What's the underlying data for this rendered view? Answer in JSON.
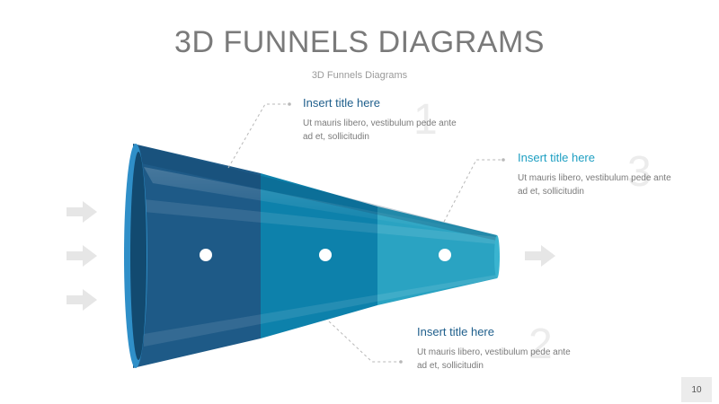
{
  "slide": {
    "title": "3D FUNNELS DIAGRAMS",
    "subtitle": "3D Funnels Diagrams",
    "page_number": "10"
  },
  "colors": {
    "stage1": "#1e5a87",
    "stage2": "#0d81ab",
    "stage3": "#2aa3c2",
    "callout1_title": "#1f5f8c",
    "callout2_title": "#1f5f8c",
    "callout3_title": "#1e9fc2",
    "arrow": "#e6e6e6"
  },
  "callouts": [
    {
      "number": "1",
      "title": "Insert title here",
      "text": "Ut mauris libero, vestibulum pede ante ad et, sollicitudin"
    },
    {
      "number": "2",
      "title": "Insert title here",
      "text": "Ut mauris libero, vestibulum pede ante ad et, sollicitudin"
    },
    {
      "number": "3",
      "title": "Insert title here",
      "text": "Ut mauris libero, vestibulum pede ante ad et, sollicitudin"
    }
  ],
  "icons": [
    "arrow-right-icon",
    "stage-dot-icon"
  ]
}
